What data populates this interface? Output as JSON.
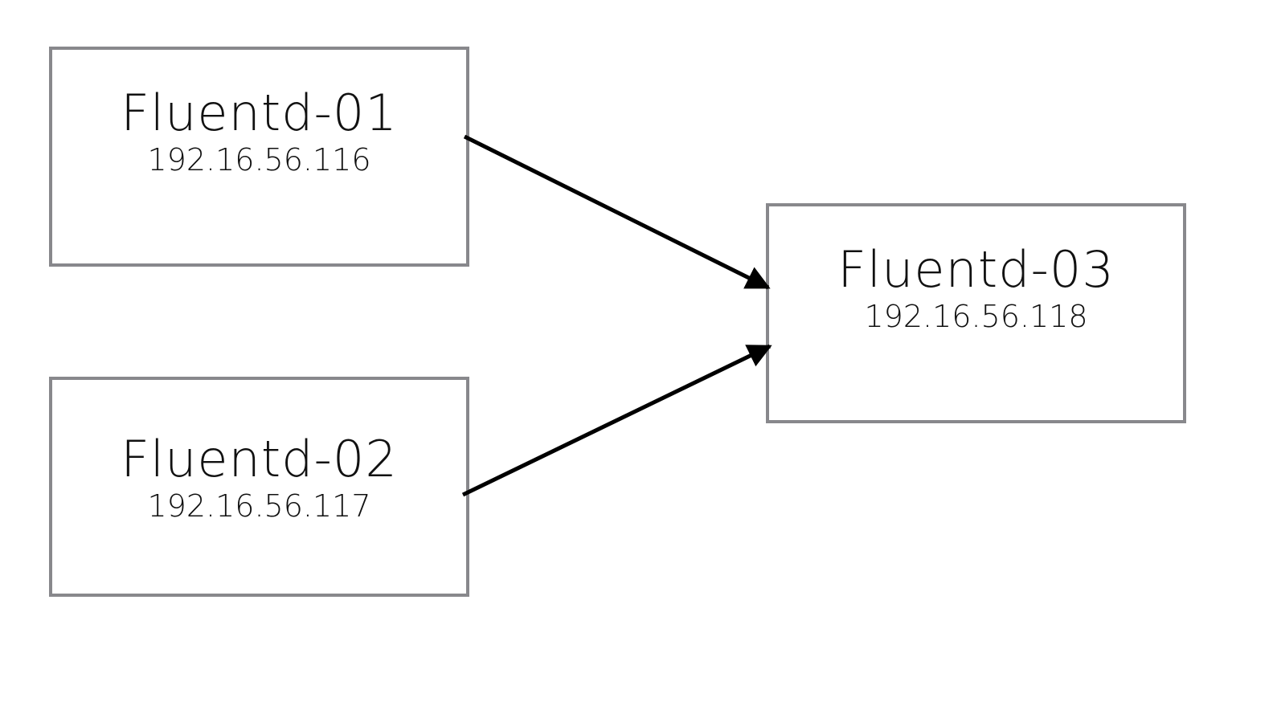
{
  "nodes": [
    {
      "title": "Fluentd-01",
      "ip": "192.16.56.116"
    },
    {
      "title": "Fluentd-02",
      "ip": "192.16.56.117"
    },
    {
      "title": "Fluentd-03",
      "ip": "192.16.56.118"
    }
  ],
  "edges": [
    {
      "from": "Fluentd-01",
      "to": "Fluentd-03"
    },
    {
      "from": "Fluentd-02",
      "to": "Fluentd-03"
    }
  ],
  "colors": {
    "node_border": "#88888c",
    "arrow": "#000000",
    "text": "#111111"
  }
}
